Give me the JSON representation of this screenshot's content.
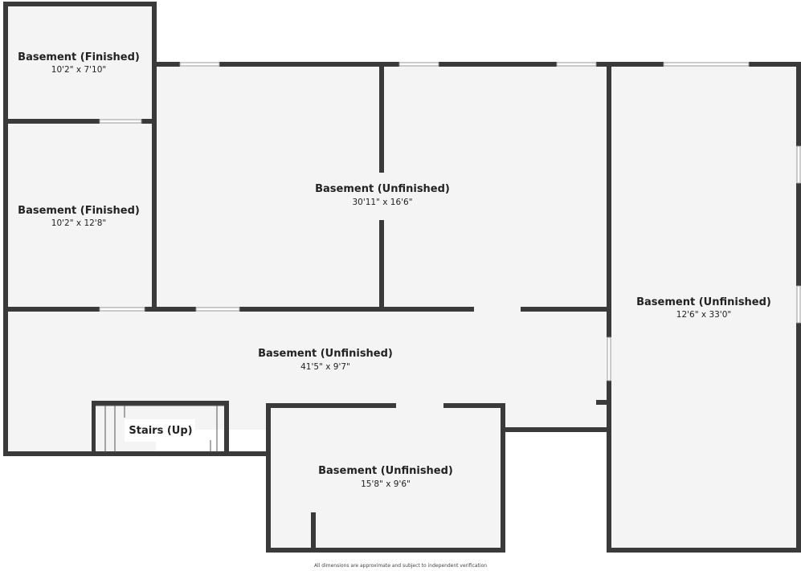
{
  "rooms": [
    {
      "name": "Basement (Finished)",
      "dimensions": "10'2\" x 7'10\""
    },
    {
      "name": "Basement (Finished)",
      "dimensions": "10'2\" x 12'8\""
    },
    {
      "name": "Basement (Unfinished)",
      "dimensions": "30'11\" x 16'6\""
    },
    {
      "name": "Basement (Unfinished)",
      "dimensions": "12'6\" x 33'0\""
    },
    {
      "name": "Basement (Unfinished)",
      "dimensions": "41'5\" x 9'7\""
    },
    {
      "name": "Stairs (Up)",
      "dimensions": ""
    },
    {
      "name": "Basement (Unfinished)",
      "dimensions": "15'8\" x 9'6\""
    }
  ],
  "footer": "All dimensions are approximate and subject to independent verification",
  "colors": {
    "wall": "#3a3a3a",
    "floor": "#f4f4f4",
    "background": "#ffffff"
  }
}
